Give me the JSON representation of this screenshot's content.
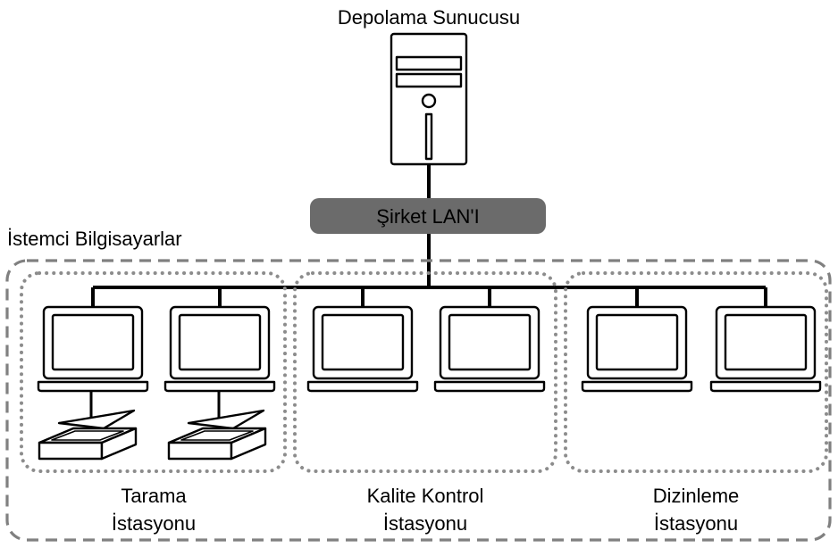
{
  "server": {
    "label": "Depolama Sunucusu"
  },
  "lan": {
    "label": "Şirket LAN'I",
    "fill": "#6b6b6b",
    "text_color": "#ffffff"
  },
  "clients": {
    "label": "İstemci Bilgisayarlar"
  },
  "groups": [
    {
      "name": "tarama",
      "label_line1": "Tarama",
      "label_line2": "İstasyonu",
      "laptops": 2,
      "scanners": 2
    },
    {
      "name": "kalite-kontrol",
      "label_line1": "Kalite Kontrol",
      "label_line2": "İstasyonu",
      "laptops": 2,
      "scanners": 0
    },
    {
      "name": "dizinleme",
      "label_line1": "Dizinleme",
      "label_line2": "İstasyonu",
      "laptops": 2,
      "scanners": 0
    }
  ],
  "colors": {
    "line": "#000000",
    "dashed_border": "#808080",
    "dotted_border": "#8c8c8c"
  }
}
